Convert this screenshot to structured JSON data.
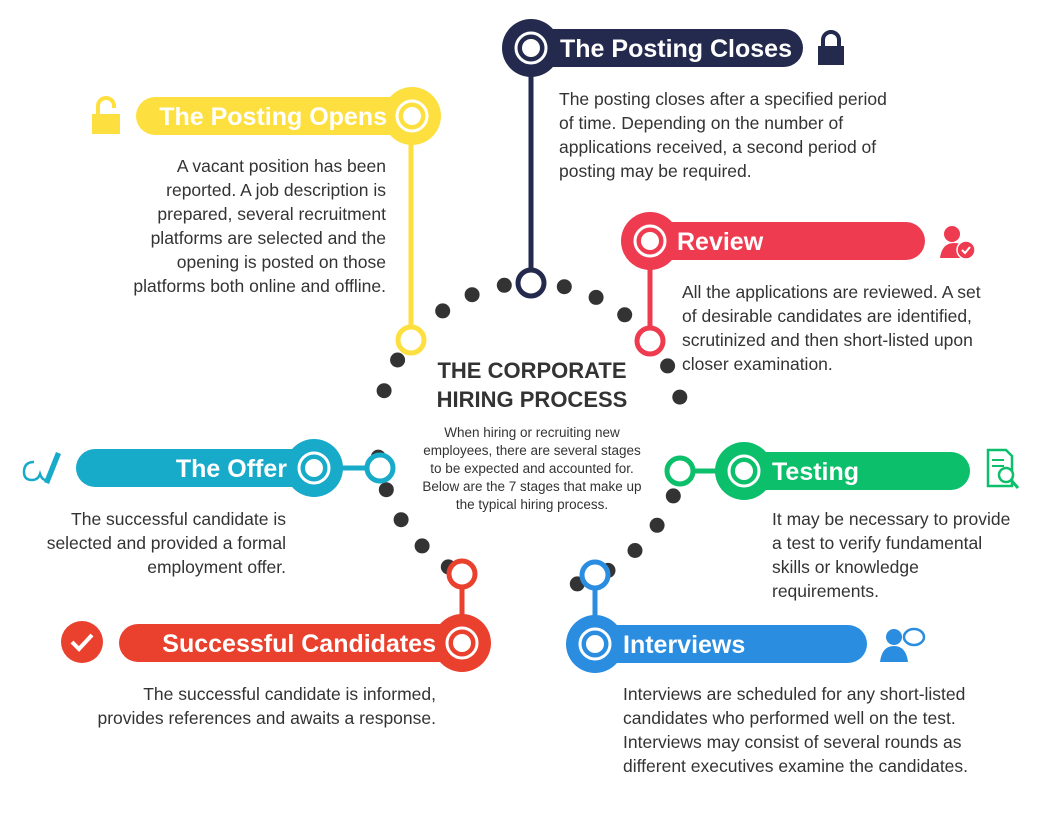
{
  "title": "THE CORPORATE\nHIRING PROCESS",
  "intro": "When hiring or recruiting new employees, there are several stages to be expected and accounted for. Below are the 7 stages that make up the typical hiring process.",
  "colors": {
    "navy": "#232a4d",
    "yellow": "#fde03f",
    "red": "#ef3b50",
    "green": "#0cbf6a",
    "blue": "#2a8de0",
    "orange": "#e9412d",
    "teal": "#17aac9",
    "dots": "#333333"
  },
  "stages": [
    {
      "title": "The Posting Closes",
      "color": "#232a4d",
      "icon": "lock-closed-icon",
      "description": "The posting closes after a specified period\nof time. Depending on the number of\napplications received, a second period of\nposting may be required."
    },
    {
      "title": "The Posting Opens",
      "color": "#fde03f",
      "icon": "lock-open-icon",
      "description": "A vacant position has been\nreported. A job description is\nprepared, several recruitment\nplatforms are selected and the\nopening is posted on those\nplatforms both online and offline."
    },
    {
      "title": "Review",
      "color": "#ef3b50",
      "icon": "user-check-icon",
      "description": "All the applications are reviewed. A set\nof desirable candidates are identified,\nscrutinized and then short-listed upon\ncloser examination."
    },
    {
      "title": "Testing",
      "color": "#0cbf6a",
      "icon": "document-search-icon",
      "description": "It may be necessary to provide\na test to verify fundamental\nskills or knowledge\nrequirements."
    },
    {
      "title": "Interviews",
      "color": "#2a8de0",
      "icon": "person-speech-icon",
      "description": "Interviews are scheduled for any short-listed\ncandidates who performed well on the test.\nInterviews may consist of several rounds as\ndifferent executives examine the candidates."
    },
    {
      "title": "Successful Candidates",
      "color": "#e9412d",
      "icon": "checkmark-circle-icon",
      "description": "The successful candidate is informed,\nprovides references and awaits a response."
    },
    {
      "title": "The Offer",
      "color": "#17aac9",
      "icon": "signature-pen-icon",
      "description": "The successful candidate is\nselected and provided a formal\nemployment offer."
    }
  ]
}
